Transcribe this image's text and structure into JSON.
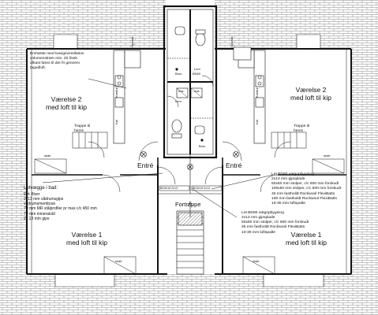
{
  "rooms": {
    "vaerelse2_left": [
      "Værelse 2",
      "med loft til kip"
    ],
    "vaerelse2_right": [
      "Værelse 2",
      "med loft til kip"
    ],
    "vaerelse1_left": [
      "Værelse 1",
      "med loft til kip"
    ],
    "vaerelse1_right": [
      "Værelse 1",
      "med loft til kip"
    ],
    "entre_left": "Entré",
    "entre_right": "Entré",
    "fortrappe": "Fortrappe"
  },
  "notes": {
    "ventilation": [
      "Emhætte med tvangsventilation",
      "volumenstrøm  min. 20 l/sek.",
      "afkast føres til det fri gennem",
      "tagudluft."
    ],
    "trappe_left": [
      "Trappe til",
      "hems"
    ],
    "trappe_right": [
      "Trappe til",
      "hems"
    ],
    "letvaegge": [
      "Letvægge i bad:",
      "Evt. fliser",
      "2x13 mm vådrumsgips",
      "vådrumsmembran",
      "70 mm MR stålprofiler pr max c/c 450 mm",
      "70 mm mineraluld",
      "2x 13 mm gips"
    ],
    "bd60_upper": [
      "Let BD60 vægopbygning",
      "2x13 mm gipsplade",
      "50x50 mm stolper, c/c 600 mm forskudt",
      "100x50 mm stolper, c/c 600 mm forskudt",
      "45 mm fastholdt Rockwool FlexiBatts",
      "100 mm fastholdt Rockwool FlexiBatts",
      "10-30 mm luftspalte"
    ],
    "bd60_lower": [
      "Let BD60 vægopbygning",
      "2x13 mm gipsplade",
      "50x50 mm stolper, c/c 600 mm forskudt",
      "45 mm fastholdt Rockwool FlexiBatts",
      "10-30 mm luftspalte"
    ]
  },
  "fixtures": {
    "brus": "Brus",
    "lem": "Lem",
    "inst": "Inst.",
    "bd60": "BD60",
    "opvask": "Opvask",
    "koel": "Køl",
    "komfur": "Komfur",
    "skab": "skab",
    "door_left": "BD30-M  2x13",
    "door_right": "BD30-M  2x13"
  }
}
